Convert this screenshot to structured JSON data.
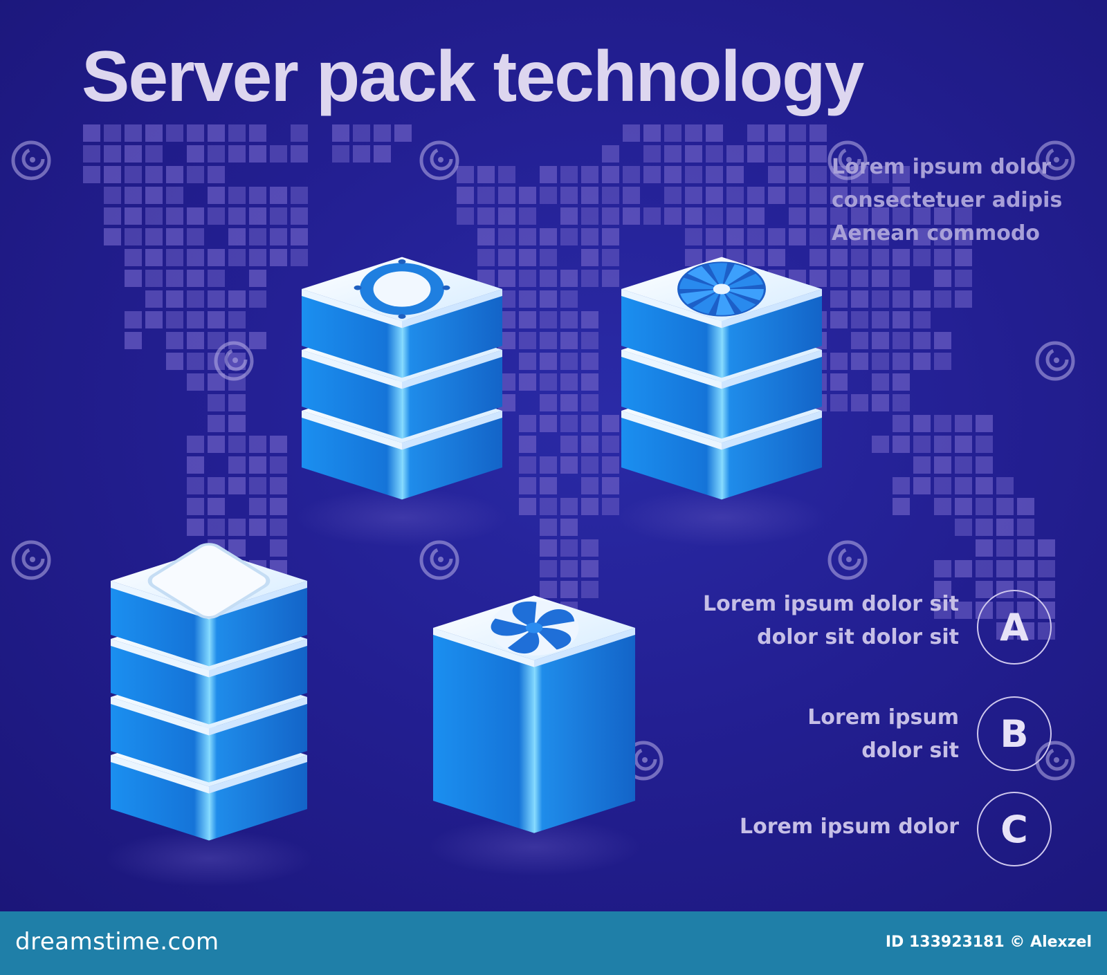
{
  "title": "Server pack technology",
  "description_lines": [
    "Lorem ipsum dolor",
    "consectetuer adipis",
    "Aenean commodo"
  ],
  "info_items": [
    {
      "letter": "A",
      "lines": [
        "Lorem ipsum dolor sit",
        "dolor sit  dolor sit"
      ]
    },
    {
      "letter": "B",
      "lines": [
        "Lorem ipsum",
        "dolor sit"
      ]
    },
    {
      "letter": "C",
      "lines": [
        "Lorem ipsum dolor"
      ]
    }
  ],
  "footer": {
    "site": "dreamstime.com",
    "credit": "ID 133923181 © Alexzel"
  },
  "colors": {
    "background": "#231f92",
    "server_blue": "#1e88e8",
    "server_top": "#e6f3ff",
    "map_pixel": "#6b5fc4",
    "footer": "#1f7fa8"
  },
  "servers": [
    {
      "top_icon": "speaker-icon",
      "layers": 3
    },
    {
      "top_icon": "aperture-fan-icon",
      "layers": 3
    },
    {
      "top_icon": "chip-icon",
      "layers": 4
    },
    {
      "top_icon": "fan-icon",
      "layers": 1
    }
  ]
}
